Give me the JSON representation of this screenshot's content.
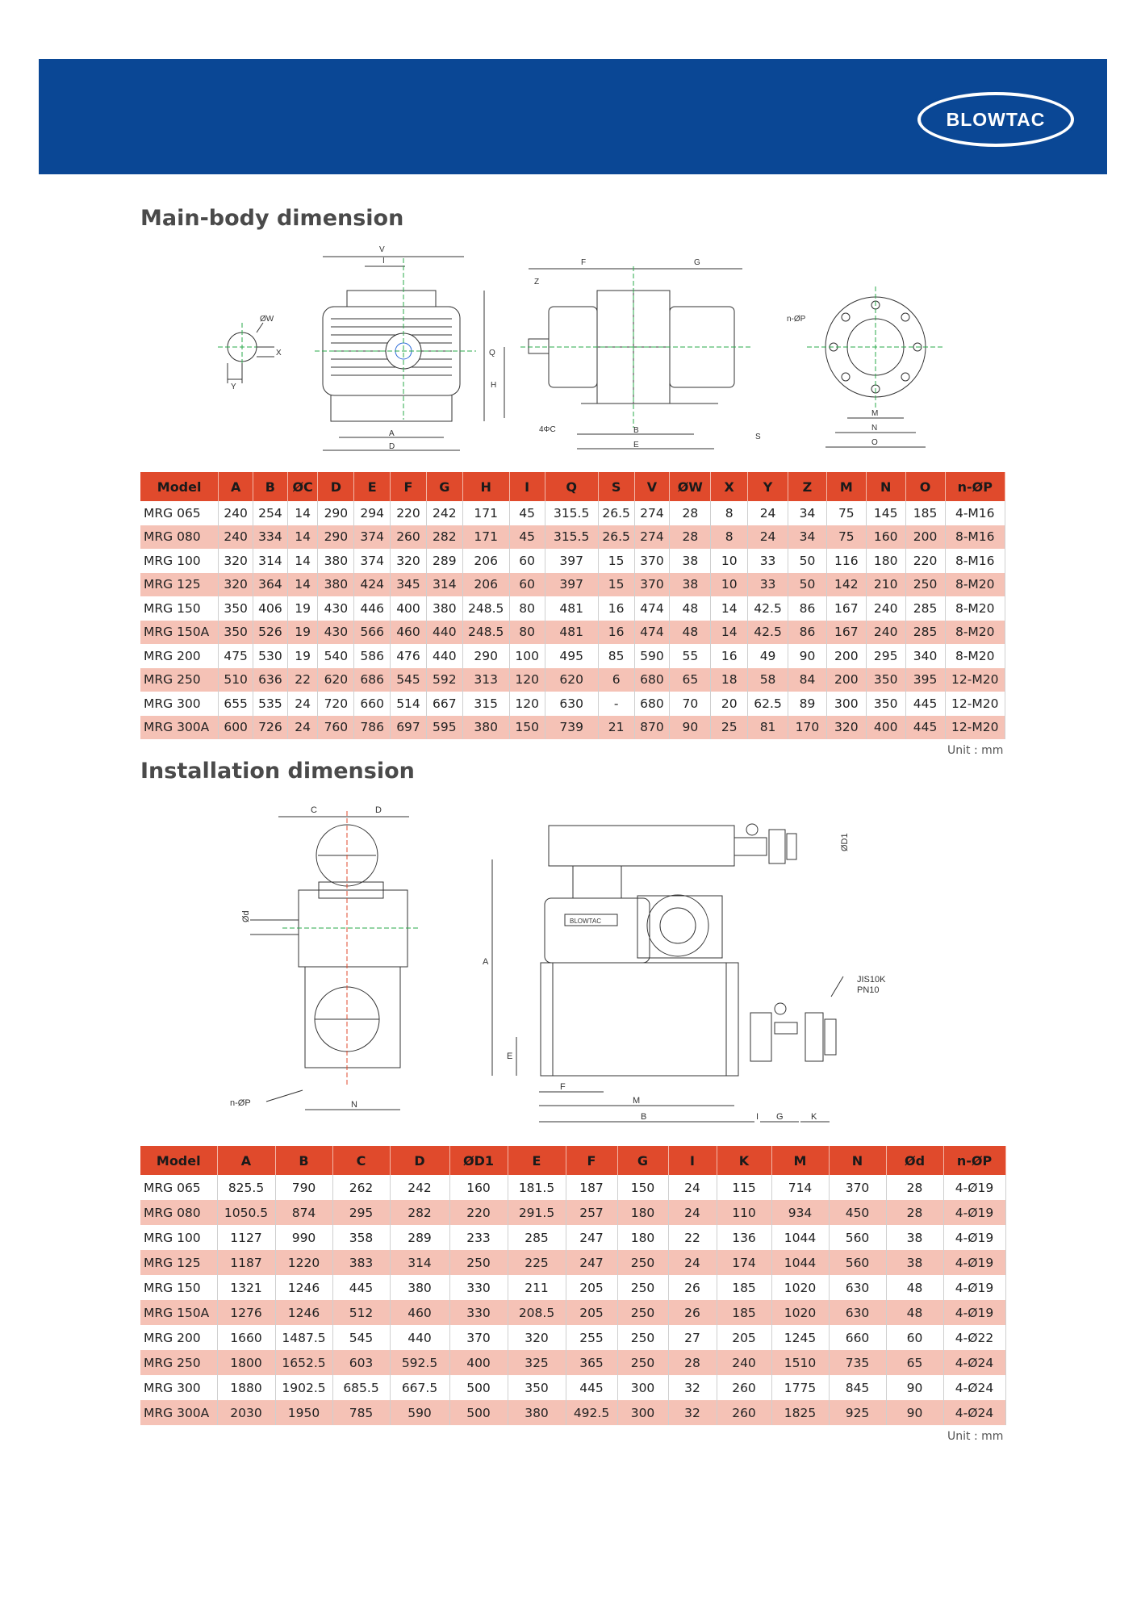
{
  "brand": {
    "logo_text": "BLOWTAC",
    "color_banner": "#0a4795",
    "color_header": "#e04a2c",
    "color_alt_row": "#f5c2b6"
  },
  "main_body": {
    "title": "Main-body dimension",
    "columns": [
      "Model",
      "A",
      "B",
      "ØC",
      "D",
      "E",
      "F",
      "G",
      "H",
      "I",
      "Q",
      "S",
      "V",
      "ØW",
      "X",
      "Y",
      "Z",
      "M",
      "N",
      "O",
      "n-ØP"
    ],
    "rows": [
      [
        "MRG 065",
        "240",
        "254",
        "14",
        "290",
        "294",
        "220",
        "242",
        "171",
        "45",
        "315.5",
        "26.5",
        "274",
        "28",
        "8",
        "24",
        "34",
        "75",
        "145",
        "185",
        "4-M16"
      ],
      [
        "MRG 080",
        "240",
        "334",
        "14",
        "290",
        "374",
        "260",
        "282",
        "171",
        "45",
        "315.5",
        "26.5",
        "274",
        "28",
        "8",
        "24",
        "34",
        "75",
        "160",
        "200",
        "8-M16"
      ],
      [
        "MRG 100",
        "320",
        "314",
        "14",
        "380",
        "374",
        "320",
        "289",
        "206",
        "60",
        "397",
        "15",
        "370",
        "38",
        "10",
        "33",
        "50",
        "116",
        "180",
        "220",
        "8-M16"
      ],
      [
        "MRG 125",
        "320",
        "364",
        "14",
        "380",
        "424",
        "345",
        "314",
        "206",
        "60",
        "397",
        "15",
        "370",
        "38",
        "10",
        "33",
        "50",
        "142",
        "210",
        "250",
        "8-M20"
      ],
      [
        "MRG 150",
        "350",
        "406",
        "19",
        "430",
        "446",
        "400",
        "380",
        "248.5",
        "80",
        "481",
        "16",
        "474",
        "48",
        "14",
        "42.5",
        "86",
        "167",
        "240",
        "285",
        "8-M20"
      ],
      [
        "MRG 150A",
        "350",
        "526",
        "19",
        "430",
        "566",
        "460",
        "440",
        "248.5",
        "80",
        "481",
        "16",
        "474",
        "48",
        "14",
        "42.5",
        "86",
        "167",
        "240",
        "285",
        "8-M20"
      ],
      [
        "MRG 200",
        "475",
        "530",
        "19",
        "540",
        "586",
        "476",
        "440",
        "290",
        "100",
        "495",
        "85",
        "590",
        "55",
        "16",
        "49",
        "90",
        "200",
        "295",
        "340",
        "8-M20"
      ],
      [
        "MRG 250",
        "510",
        "636",
        "22",
        "620",
        "686",
        "545",
        "592",
        "313",
        "120",
        "620",
        "6",
        "680",
        "65",
        "18",
        "58",
        "84",
        "200",
        "350",
        "395",
        "12-M20"
      ],
      [
        "MRG 300",
        "655",
        "535",
        "24",
        "720",
        "660",
        "514",
        "667",
        "315",
        "120",
        "630",
        "-",
        "680",
        "70",
        "20",
        "62.5",
        "89",
        "300",
        "350",
        "445",
        "12-M20"
      ],
      [
        "MRG 300A",
        "600",
        "726",
        "24",
        "760",
        "786",
        "697",
        "595",
        "380",
        "150",
        "739",
        "21",
        "870",
        "90",
        "25",
        "81",
        "170",
        "320",
        "400",
        "445",
        "12-M20"
      ]
    ],
    "unit": "Unit : mm"
  },
  "installation": {
    "title": "Installation dimension",
    "columns": [
      "Model",
      "A",
      "B",
      "C",
      "D",
      "ØD1",
      "E",
      "F",
      "G",
      "I",
      "K",
      "M",
      "N",
      "Ød",
      "n-ØP"
    ],
    "rows": [
      [
        "MRG 065",
        "825.5",
        "790",
        "262",
        "242",
        "160",
        "181.5",
        "187",
        "150",
        "24",
        "115",
        "714",
        "370",
        "28",
        "4-Ø19"
      ],
      [
        "MRG 080",
        "1050.5",
        "874",
        "295",
        "282",
        "220",
        "291.5",
        "257",
        "180",
        "24",
        "110",
        "934",
        "450",
        "28",
        "4-Ø19"
      ],
      [
        "MRG 100",
        "1127",
        "990",
        "358",
        "289",
        "233",
        "285",
        "247",
        "180",
        "22",
        "136",
        "1044",
        "560",
        "38",
        "4-Ø19"
      ],
      [
        "MRG 125",
        "1187",
        "1220",
        "383",
        "314",
        "250",
        "225",
        "247",
        "250",
        "24",
        "174",
        "1044",
        "560",
        "38",
        "4-Ø19"
      ],
      [
        "MRG 150",
        "1321",
        "1246",
        "445",
        "380",
        "330",
        "211",
        "205",
        "250",
        "26",
        "185",
        "1020",
        "630",
        "48",
        "4-Ø19"
      ],
      [
        "MRG 150A",
        "1276",
        "1246",
        "512",
        "460",
        "330",
        "208.5",
        "205",
        "250",
        "26",
        "185",
        "1020",
        "630",
        "48",
        "4-Ø19"
      ],
      [
        "MRG 200",
        "1660",
        "1487.5",
        "545",
        "440",
        "370",
        "320",
        "255",
        "250",
        "27",
        "205",
        "1245",
        "660",
        "60",
        "4-Ø22"
      ],
      [
        "MRG 250",
        "1800",
        "1652.5",
        "603",
        "592.5",
        "400",
        "325",
        "365",
        "250",
        "28",
        "240",
        "1510",
        "735",
        "65",
        "4-Ø24"
      ],
      [
        "MRG 300",
        "1880",
        "1902.5",
        "685.5",
        "667.5",
        "500",
        "350",
        "445",
        "300",
        "32",
        "260",
        "1775",
        "845",
        "90",
        "4-Ø24"
      ],
      [
        "MRG 300A",
        "2030",
        "1950",
        "785",
        "590",
        "500",
        "380",
        "492.5",
        "300",
        "32",
        "260",
        "1825",
        "925",
        "90",
        "4-Ø24"
      ]
    ],
    "unit": "Unit : mm"
  },
  "drawing_labels": {
    "main": {
      "V": "V",
      "I": "I",
      "Q": "Q",
      "A": "A",
      "D": "D",
      "W": "ØW",
      "X": "X",
      "Y": "Y",
      "F": "F",
      "G": "G",
      "Z": "Z",
      "H": "H",
      "C4": "4ΦC",
      "B": "B",
      "E": "E",
      "S": "S",
      "P": "n-ØP",
      "M": "M",
      "N": "N",
      "O": "O"
    },
    "inst": {
      "C": "C",
      "D": "D",
      "d": "Ød",
      "P": "n-ØP",
      "N": "N",
      "A": "A",
      "E": "E",
      "F": "F",
      "M": "M",
      "B": "B",
      "I": "I",
      "G": "G",
      "K": "K",
      "D1": "ØD1",
      "jis": "JIS10K",
      "pn": "PN10",
      "plate": "BLOWTAC"
    }
  }
}
